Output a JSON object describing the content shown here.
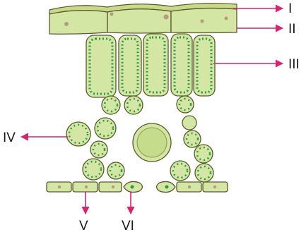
{
  "labels": {
    "l1": "I",
    "l2": "II",
    "l3": "III",
    "l4": "IV",
    "l5": "V",
    "l6": "VI"
  },
  "colors": {
    "cell_fill": "#d3e6a4",
    "cell_border": "#5a5a2a",
    "chloroplast": "#2e9a48",
    "cuticle": "#c9d98a",
    "arrow": "#d6246e",
    "spot": "#b89a82"
  }
}
